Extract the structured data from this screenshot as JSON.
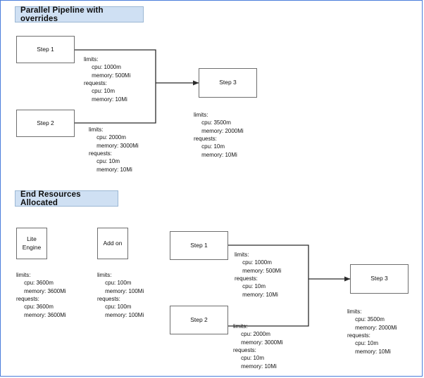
{
  "page": {
    "border_color": "#4a7ddb",
    "background": "#ffffff",
    "banner_fill": "#cfe0f3",
    "banner_border": "#9bb7d4",
    "node_border": "#6e6e6e",
    "wire_color": "#2b2b2b"
  },
  "sections": {
    "top": {
      "title": "Parallel Pipeline with  overrides"
    },
    "bottom": {
      "title": "End Resources Allocated"
    }
  },
  "nodes": {
    "top_step1": "Step 1",
    "top_step2": "Step 2",
    "top_step3": "Step 3",
    "lite_engine_line1": "Lite",
    "lite_engine_line2": "Engine",
    "add_on": "Add on",
    "bottom_step1": "Step 1",
    "bottom_step2": "Step 2",
    "bottom_step3": "Step 3"
  },
  "specs": {
    "top_step1": "limits:\n     cpu: 1000m\n     memory: 500Mi\nrequests:\n     cpu: 10m\n     memory: 10Mi",
    "top_step2": "limits:\n     cpu: 2000m\n     memory: 3000Mi\nrequests:\n     cpu: 10m\n     memory: 10Mi",
    "top_step3": "limits:\n     cpu: 3500m\n     memory: 2000Mi\nrequests:\n     cpu: 10m\n     memory: 10Mi",
    "lite_engine": "limits:\n     cpu: 3600m\n     memory: 3600Mi\nrequests:\n     cpu: 3600m\n     memory: 3600Mi",
    "add_on": "limits:\n     cpu: 100m\n     memory: 100Mi\nrequests:\n     cpu: 100m\n     memory: 100Mi",
    "bottom_step1": "limits:\n     cpu: 1000m\n     memory: 500Mi\nrequests:\n     cpu: 10m\n     memory: 10Mi",
    "bottom_step2": "limits:\n     cpu: 2000m\n     memory: 3000Mi\nrequests:\n     cpu: 10m\n     memory: 10Mi",
    "bottom_step3": "limits:\n     cpu: 3500m\n     memory: 2000Mi\nrequests:\n     cpu: 10m\n     memory: 10Mi"
  }
}
